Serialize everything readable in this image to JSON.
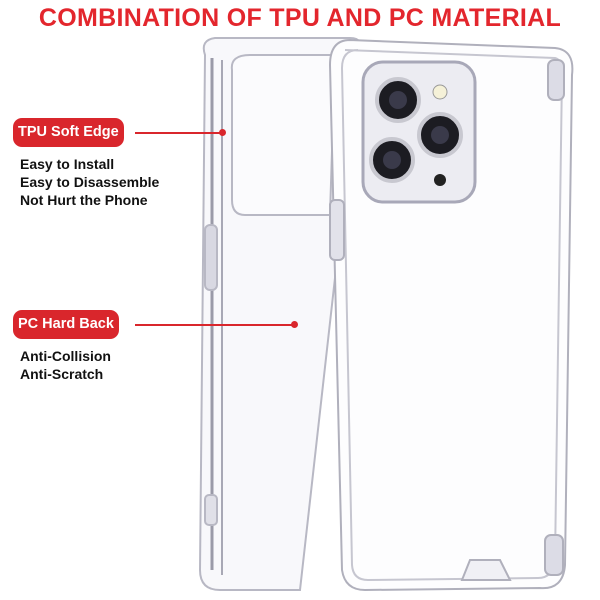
{
  "title": "COMBINATION OF TPU AND PC MATERIAL",
  "callouts": [
    {
      "label": "TPU Soft Edge",
      "features": [
        "Easy to Install",
        "Easy to Disassemble",
        "Not Hurt the Phone"
      ]
    },
    {
      "label": "PC Hard Back",
      "features": [
        "Anti-Collision",
        "Anti-Scratch"
      ]
    }
  ],
  "colors": {
    "accent": "#d9262c",
    "title": "#e3262d"
  }
}
